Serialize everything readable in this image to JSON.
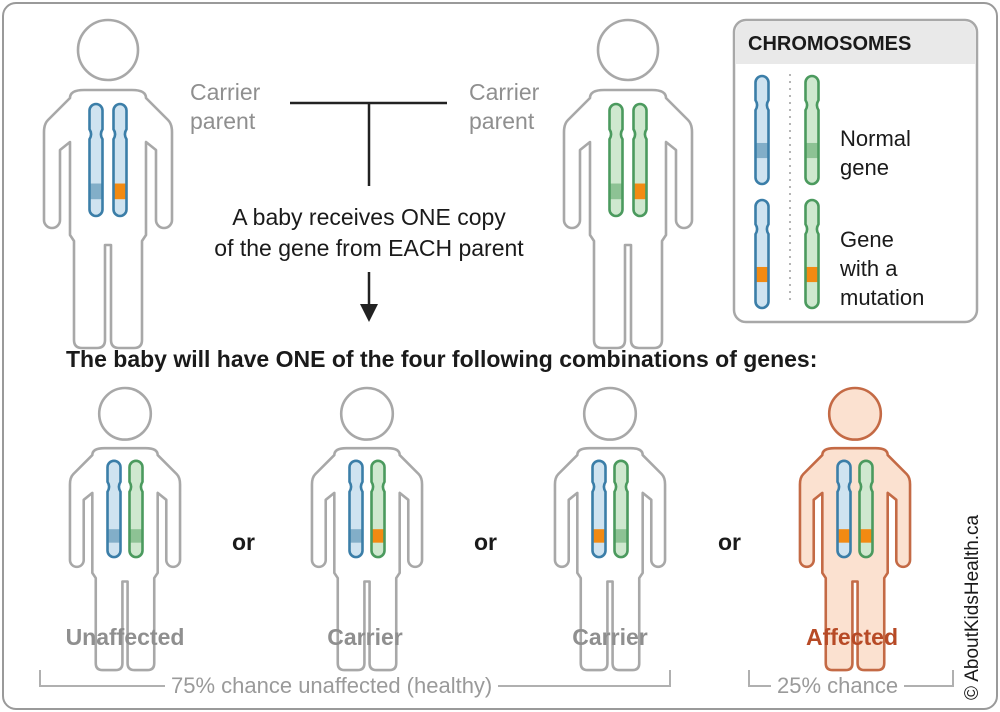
{
  "parents": {
    "left_label": "Carrier\nparent",
    "right_label": "Carrier\nparent"
  },
  "inheritance_text": "A baby receives ONE copy\nof the gene from EACH parent",
  "combinations_heading": "The baby will have ONE of the four following combinations of genes:",
  "connector_word": "or",
  "outcomes": [
    {
      "label": "Unaffected"
    },
    {
      "label": "Carrier"
    },
    {
      "label": "Carrier"
    },
    {
      "label": "Affected"
    }
  ],
  "summary": {
    "unaffected": "75% chance unaffected (healthy)",
    "affected": "25% chance"
  },
  "legend": {
    "title": "CHROMOSOMES",
    "normal_label": "Normal\ngene",
    "mutation_label": "Gene\nwith a\nmutation"
  },
  "copyright": "© AboutKidsHealth.ca",
  "colors": {
    "blue_stroke": "#3b7ea8",
    "blue_fill": "#cfe3f0",
    "blue_band": "#82aec8",
    "green_stroke": "#4b9a5e",
    "green_fill": "#cfe8cf",
    "green_band": "#8dc294",
    "mutation": "#f28a12",
    "affected_text": "#b74a26",
    "affected_fill": "#fbe1d0",
    "affected_stroke": "#c46a45",
    "figure_stroke": "#a8a8a8"
  }
}
